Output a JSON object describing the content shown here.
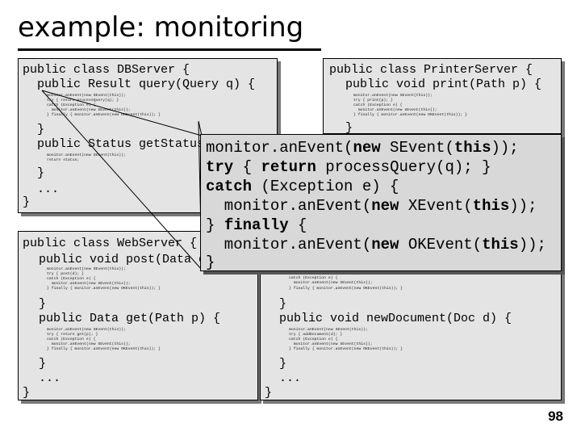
{
  "slide": {
    "title": "example: monitoring",
    "page_number": "98"
  },
  "db_server": {
    "class_decl": "public class DBServer {",
    "method1": "public Result query(Query q) {",
    "small1": [
      "monitor.anEvent(new SEvent(this));",
      "try { return processQuery(q); }",
      "catch (Exception e) {",
      "  monitor.anEvent(new XEvent(this));",
      "} finally { monitor.anEvent(new OKEvent(this)); }"
    ],
    "close1": "}",
    "method2": "public Status getStatus() {",
    "small2": [
      "monitor.anEvent(new SEvent(this));",
      "return status;"
    ],
    "close2": "}",
    "ellipsis": "...",
    "close_class": "}"
  },
  "printer_server": {
    "class_decl": "public class PrinterServer {",
    "method1": "public void print(Path p) {",
    "small1": [
      "monitor.anEvent(new SEvent(this));",
      "try { print(p); }",
      "catch (Exception e) {",
      "  monitor.anEvent(new XEvent(this));",
      "} finally { monitor.anEvent(new OKEvent(this)); }"
    ],
    "close1": "}"
  },
  "web_server": {
    "class_decl": "public class WebServer {",
    "method1": "public void post(Data d) {",
    "small1": [
      "monitor.anEvent(new SEvent(this));",
      "try { post(d); }",
      "catch (Exception e) {",
      "  monitor.anEvent(new XEvent(this));",
      "} finally { monitor.anEvent(new OKEvent(this)); }"
    ],
    "close1": "}",
    "method2": "public Data get(Path p) {",
    "small2": [
      "monitor.anEvent(new SEvent(this));",
      "try { return get(p); }",
      "catch (Exception e) {",
      "  monitor.anEvent(new XEvent(this));",
      "} finally { monitor.anEvent(new OKEvent(this)); }"
    ],
    "close2": "}",
    "ellipsis": "...",
    "close_class": "}"
  },
  "doc_server": {
    "small1": [
      "catch (Exception e) {",
      "  monitor.anEvent(new XEvent(this));",
      "} finally { monitor.anEvent(new OKEvent(this)); }"
    ],
    "close1": "}",
    "method2": "public void newDocument(Doc d) {",
    "small2": [
      "monitor.anEvent(new SEvent(this));",
      "try { addDocument(d); }",
      "catch (Exception e) {",
      "  monitor.anEvent(new XEvent(this));",
      "} finally { monitor.anEvent(new OKEvent(this)); }"
    ],
    "close2": "}",
    "ellipsis": "...",
    "close_class": "}"
  },
  "popup": {
    "line1_a": "monitor.anEvent(",
    "line1_kw1": "new",
    "line1_b": " SEvent(",
    "line1_kw2": "this",
    "line1_c": "));",
    "line2_kw1": "try",
    "line2_a": " { ",
    "line2_kw2": "return",
    "line2_b": " processQuery(q); }",
    "line3_kw": "catch",
    "line3_a": " (Exception e) {",
    "line4_a": "  monitor.anEvent(",
    "line4_kw1": "new",
    "line4_b": " XEvent(",
    "line4_kw2": "this",
    "line4_c": "));",
    "line5_a": "} ",
    "line5_kw": "finally",
    "line5_b": " {",
    "line6_a": "  monitor.anEvent(",
    "line6_kw1": "new",
    "line6_b": " OKEvent(",
    "line6_kw2": "this",
    "line6_c": "));",
    "line7": "}"
  }
}
